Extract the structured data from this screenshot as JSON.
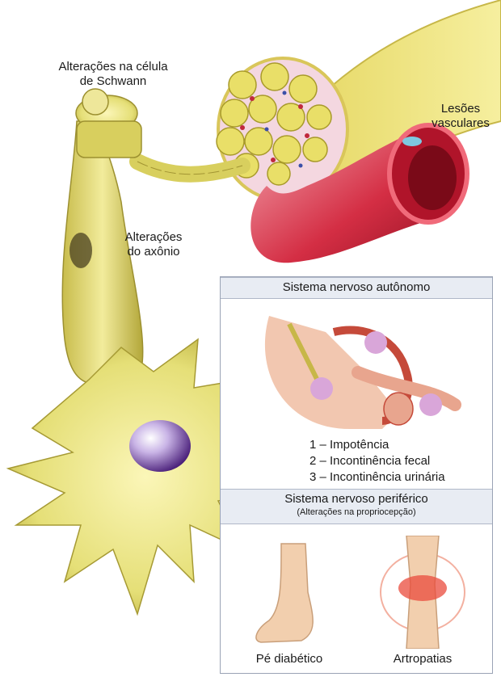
{
  "labels": {
    "schwann": "Alterações na célula\nde Schwann",
    "vascular": "Lesões\nvasculares",
    "axon": "Alterações\ndo axônio"
  },
  "autonomic": {
    "title": "Sistema nervoso autônomo",
    "items": [
      "1 – Impotência",
      "2 – Incontinência fecal",
      "3 – Incontinência urinária"
    ]
  },
  "peripheral": {
    "title": "Sistema nervoso periférico",
    "subtitle": "(Alterações na propriocepção)",
    "captions": [
      "Pé diabético",
      "Artropatias"
    ]
  },
  "colors": {
    "neuron": "#e8e27a",
    "neuron_dark": "#b8ad3c",
    "vessel": "#c8263a",
    "nucleus": "#6a3a9a",
    "marker": "#d9a6d9"
  }
}
